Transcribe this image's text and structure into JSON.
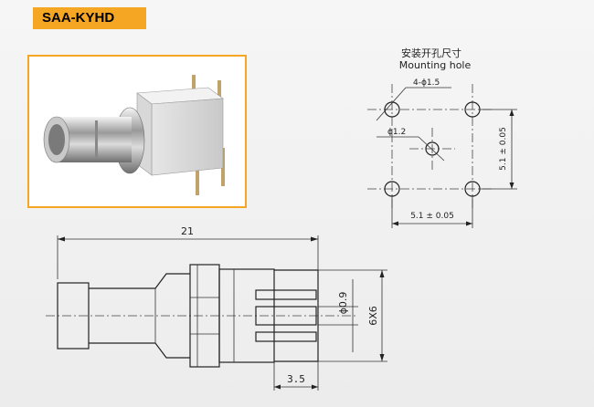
{
  "header": {
    "model_code": "SAA-KYHD"
  },
  "mounting_hole": {
    "title_cn": "安装开孔尺寸",
    "title_en": "Mounting hole",
    "hole_label_outer": "4-ϕ1.5",
    "hole_label_center": "ϕ1.2",
    "dim_horizontal": "5.1 ± 0.05",
    "dim_vertical": "5.1 ± 0.05"
  },
  "side_view": {
    "dim_length": "21",
    "dim_pin_dia": "ϕ0.9",
    "dim_body": "6X6",
    "dim_pin_len": "3.5"
  }
}
